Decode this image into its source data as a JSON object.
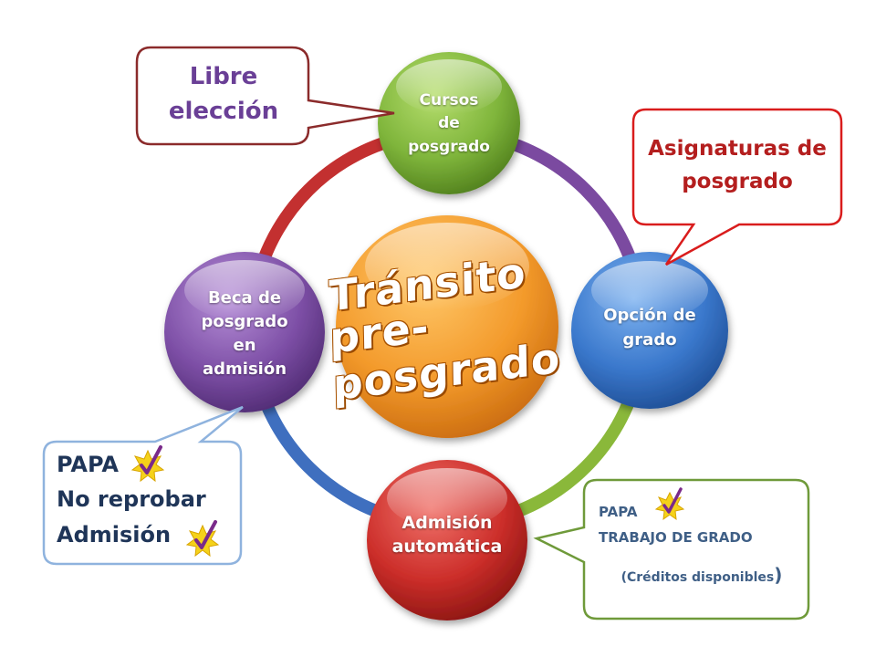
{
  "center": {
    "line1": "Tránsito pre-",
    "line2": "posgrado"
  },
  "nodes": {
    "top": {
      "line1": "Cursos",
      "line2": "de",
      "line3": "posgrado"
    },
    "right": {
      "line1": "Opción de",
      "line2": "grado"
    },
    "bottom": {
      "line1": "Admisión",
      "line2": "automática"
    },
    "left": {
      "line1": "Beca de",
      "line2": "posgrado",
      "line3": "en",
      "line4": "admisión"
    }
  },
  "callouts": {
    "libre": {
      "line1": "Libre",
      "line2": "elección"
    },
    "asignaturas": {
      "line1": "Asignaturas de",
      "line2": "posgrado"
    },
    "beca_requirements": {
      "item1": "PAPA",
      "item2": "No reprobar",
      "item3": "Admisión"
    },
    "admision_requirements": {
      "item1": "PAPA",
      "item2": "TRABAJO DE GRADO",
      "item3": "(Créditos disponibles",
      "item3_close": ")"
    }
  },
  "colors": {
    "ring_top_right": "#7b4aa0",
    "ring_right_bottom": "#8ab83a",
    "ring_bottom_left": "#3f6fbf",
    "ring_left_top": "#c33030",
    "node_top": "#7fb53b",
    "node_right": "#3a78cc",
    "node_bottom": "#cc2e2a",
    "node_left": "#7d4fa6",
    "center": "#f39a2b",
    "callout_libre_border": "#8b2b2b",
    "callout_libre_text": "#6a3f96",
    "callout_asignaturas_border": "#d91c1c",
    "callout_asignaturas_text": "#b41e1e",
    "callout_beca_border": "#8fb3de",
    "callout_beca_text": "#1f3558",
    "callout_admision_border": "#6f9a3a",
    "callout_admision_text": "#3f5f86"
  },
  "icons": [
    "check-badge-icon"
  ]
}
